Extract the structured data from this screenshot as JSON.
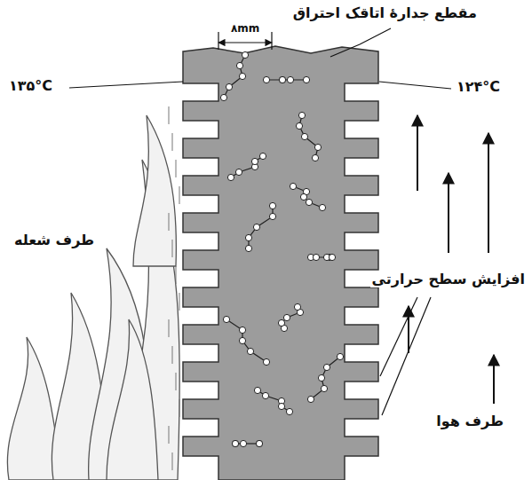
{
  "diagram": {
    "labels": [
      "مقطع جدارهٔ اتاقک احتراق",
      "۸mm",
      "۱۳۵°C",
      "۱۲۴°C",
      "طرف شعله",
      "افزایش سطح حرارتی",
      "طرف هوا"
    ]
  }
}
